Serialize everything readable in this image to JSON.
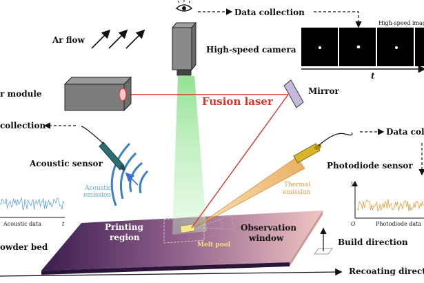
{
  "labels": {
    "data_collection_top": "Data collection",
    "high_speed_images": "High-speed image",
    "time_axis": "t",
    "ar_flow": "Ar flow",
    "high_speed_camera": "High-speed camera",
    "laser_module": "r module",
    "fusion_laser": "Fusion laser",
    "mirror": "Mirror",
    "data_collection_left": "collection",
    "data_collection_right": "Data colle",
    "acoustic_sensor": "Acoustic sensor",
    "photodiode_sensor": "Photodiode sensor",
    "acoustic_emission_1": "Acoustic",
    "acoustic_emission_2": "emission",
    "thermal_emission_1": "Thermal",
    "thermal_emission_2": "emission",
    "acoustic_data": "Acoustic data",
    "acoustic_t": "t",
    "photodiode_data": "Photodiode data",
    "photodiode_y": "y",
    "photodiode_origin": "O",
    "printing_region_1": "Printing",
    "printing_region_2": "region",
    "observation_window_1": "Observation",
    "observation_window_2": "window",
    "melt_pool": "Melt pool",
    "powder_bed": "owder bed",
    "build_direction": "Build direction",
    "recoating_direction": "Recoating direction"
  },
  "colors": {
    "fusion_laser": "#d9352b",
    "acoustic": "#5aa6dc",
    "thermal": "#e39a3a",
    "camera_beam": "#8ee08e",
    "bed_left": "#3b1f4f",
    "bed_right": "#f2c7c4"
  }
}
